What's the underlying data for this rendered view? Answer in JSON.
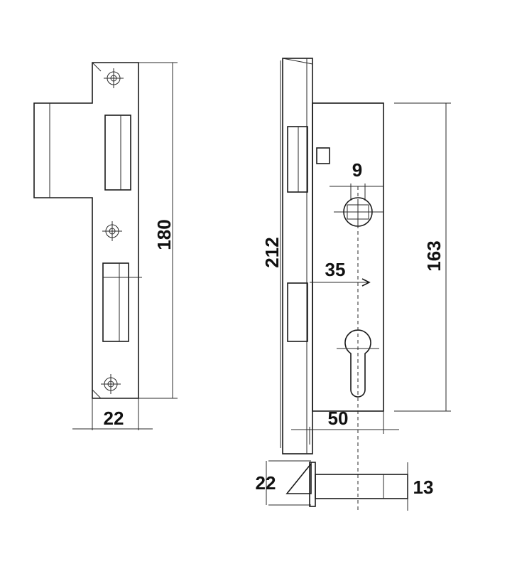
{
  "dimensions": {
    "strike_plate_width": "22",
    "strike_plate_height": "180",
    "faceplate_height": "212",
    "backset": "35",
    "case_height": "163",
    "spindle_square": "9",
    "case_depth": "50",
    "bolt_width": "22",
    "bolt_projection": "13"
  }
}
